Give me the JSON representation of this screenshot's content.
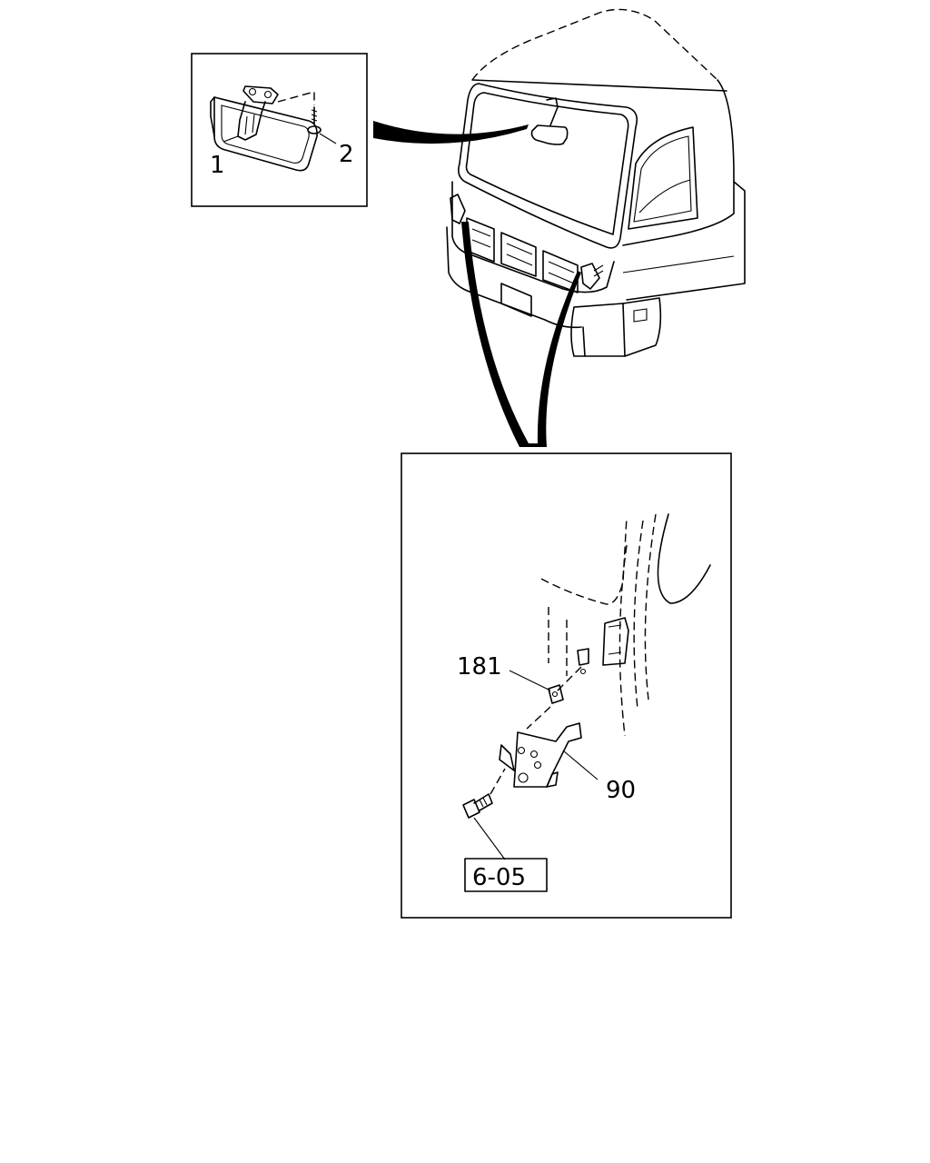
{
  "diagram": {
    "callouts": {
      "part_1": "1",
      "part_2": "2",
      "part_181": "181",
      "part_90": "90",
      "ref_box": "6-05"
    }
  }
}
